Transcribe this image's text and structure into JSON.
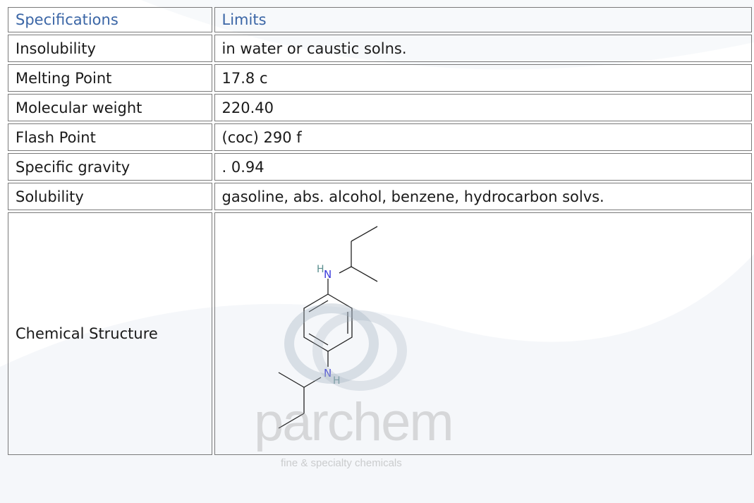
{
  "table": {
    "header": {
      "col1": "Specifications",
      "col2": "Limits"
    },
    "rows": [
      {
        "label": "Insolubility",
        "value": "in water or caustic solns."
      },
      {
        "label": "Melting Point",
        "value": "17.8 c"
      },
      {
        "label": "Molecular weight",
        "value": "220.40"
      },
      {
        "label": "Flash Point",
        "value": "(coc) 290 f"
      },
      {
        "label": "Specific gravity",
        "value": ". 0.94"
      },
      {
        "label": "Solubility",
        "value": "gasoline, abs. alcohol, benzene, hydrocarbon solvs."
      }
    ],
    "structure_label": "Chemical Structure"
  },
  "molecule": {
    "atom_n_top": "N",
    "atom_h_top": "H",
    "atom_n_bottom": "N",
    "atom_h_bottom": "H",
    "atom_color": "#3a3adc",
    "hydrogen_color": "#5b8f8f"
  },
  "watermark": {
    "word": "parchem",
    "tagline": "fine & specialty chemicals"
  },
  "colors": {
    "header_text": "#3b66a6",
    "border": "#7a7a7a"
  }
}
